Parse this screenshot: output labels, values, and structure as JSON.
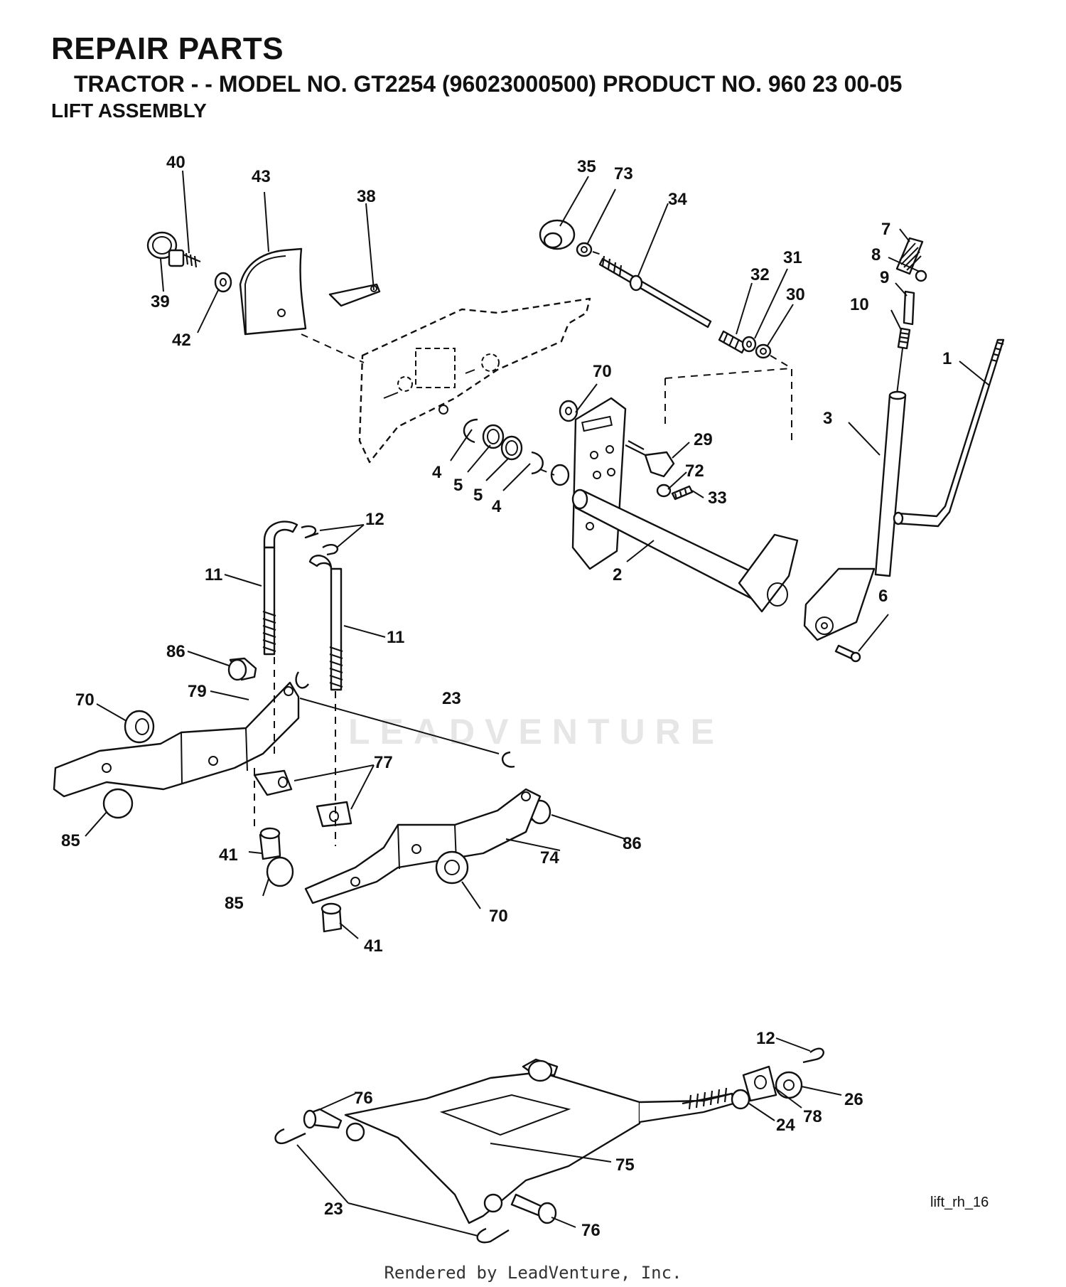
{
  "header": {
    "title": "REPAIR PARTS",
    "subtitle": "TRACTOR - - MODEL NO. GT2254 (96023000500) PRODUCT NO. 960 23 00-05",
    "section": "LIFT ASSEMBLY"
  },
  "watermark": "LEADVENTURE",
  "figure_id": "lift_rh_16",
  "footer": "Rendered by LeadVenture, Inc.",
  "callouts": [
    "40",
    "43",
    "38",
    "39",
    "42",
    "35",
    "73",
    "34",
    "32",
    "31",
    "30",
    "7",
    "8",
    "9",
    "10",
    "1",
    "3",
    "70",
    "29",
    "72",
    "33",
    "4",
    "5",
    "5",
    "4",
    "12",
    "11",
    "11",
    "2",
    "6",
    "86",
    "79",
    "70",
    "23",
    "77",
    "85",
    "41",
    "74",
    "86",
    "85",
    "70",
    "41",
    "12",
    "76",
    "26",
    "78",
    "24",
    "75",
    "23",
    "76"
  ]
}
